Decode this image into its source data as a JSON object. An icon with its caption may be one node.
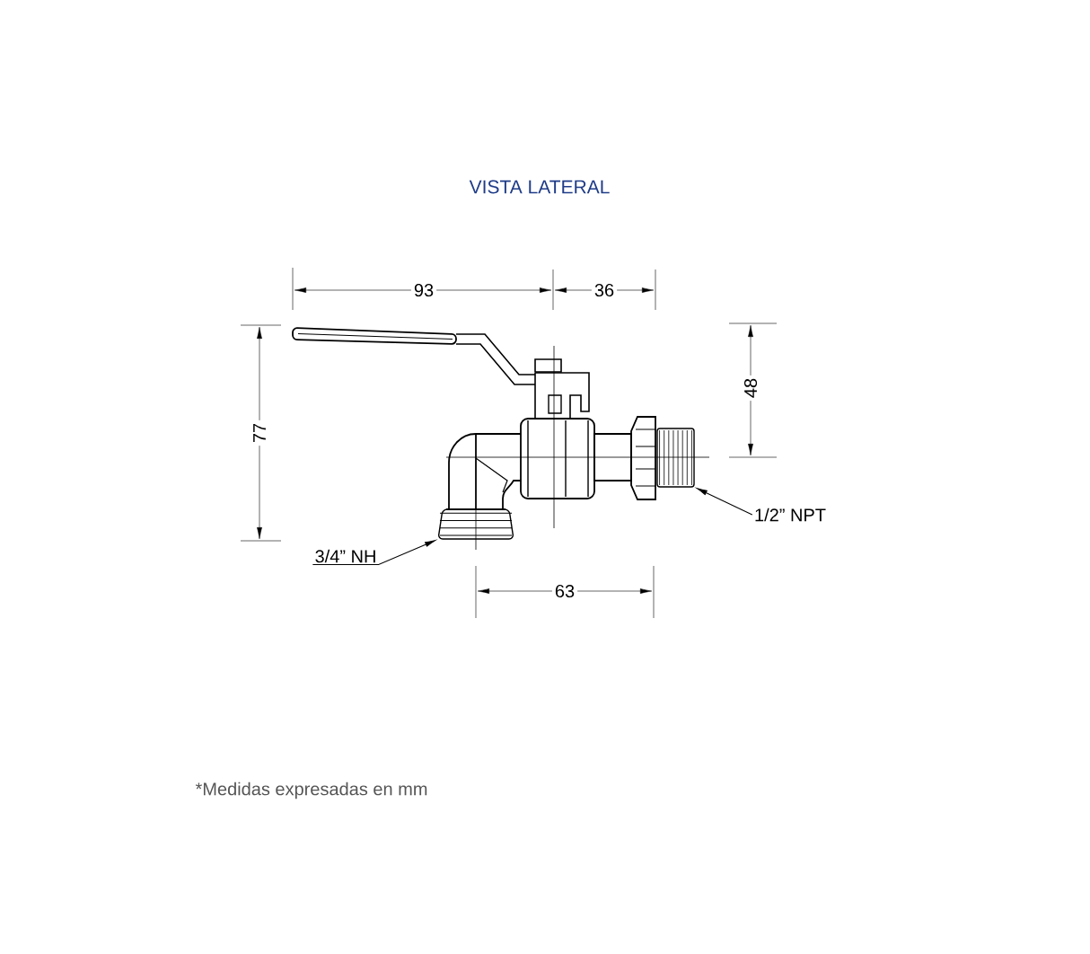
{
  "diagram": {
    "title": "VISTA LATERAL",
    "caption": "*Medidas expresadas en mm",
    "nodes": [
      {
        "text": [
          "3/4” NH"
        ]
      },
      {
        "text": [],
        "shape": "picture"
      },
      {
        "text": [
          "1/2” NPT"
        ]
      },
      {
        "text": [],
        "shape": "picture"
      }
    ],
    "edges": [
      {
        "from": 0,
        "to": 1,
        "arrow": "to"
      },
      {
        "from": 2,
        "to": 3,
        "arrow": "to"
      }
    ],
    "labels": [
      "93",
      "36",
      "77",
      "48",
      "63"
    ]
  }
}
